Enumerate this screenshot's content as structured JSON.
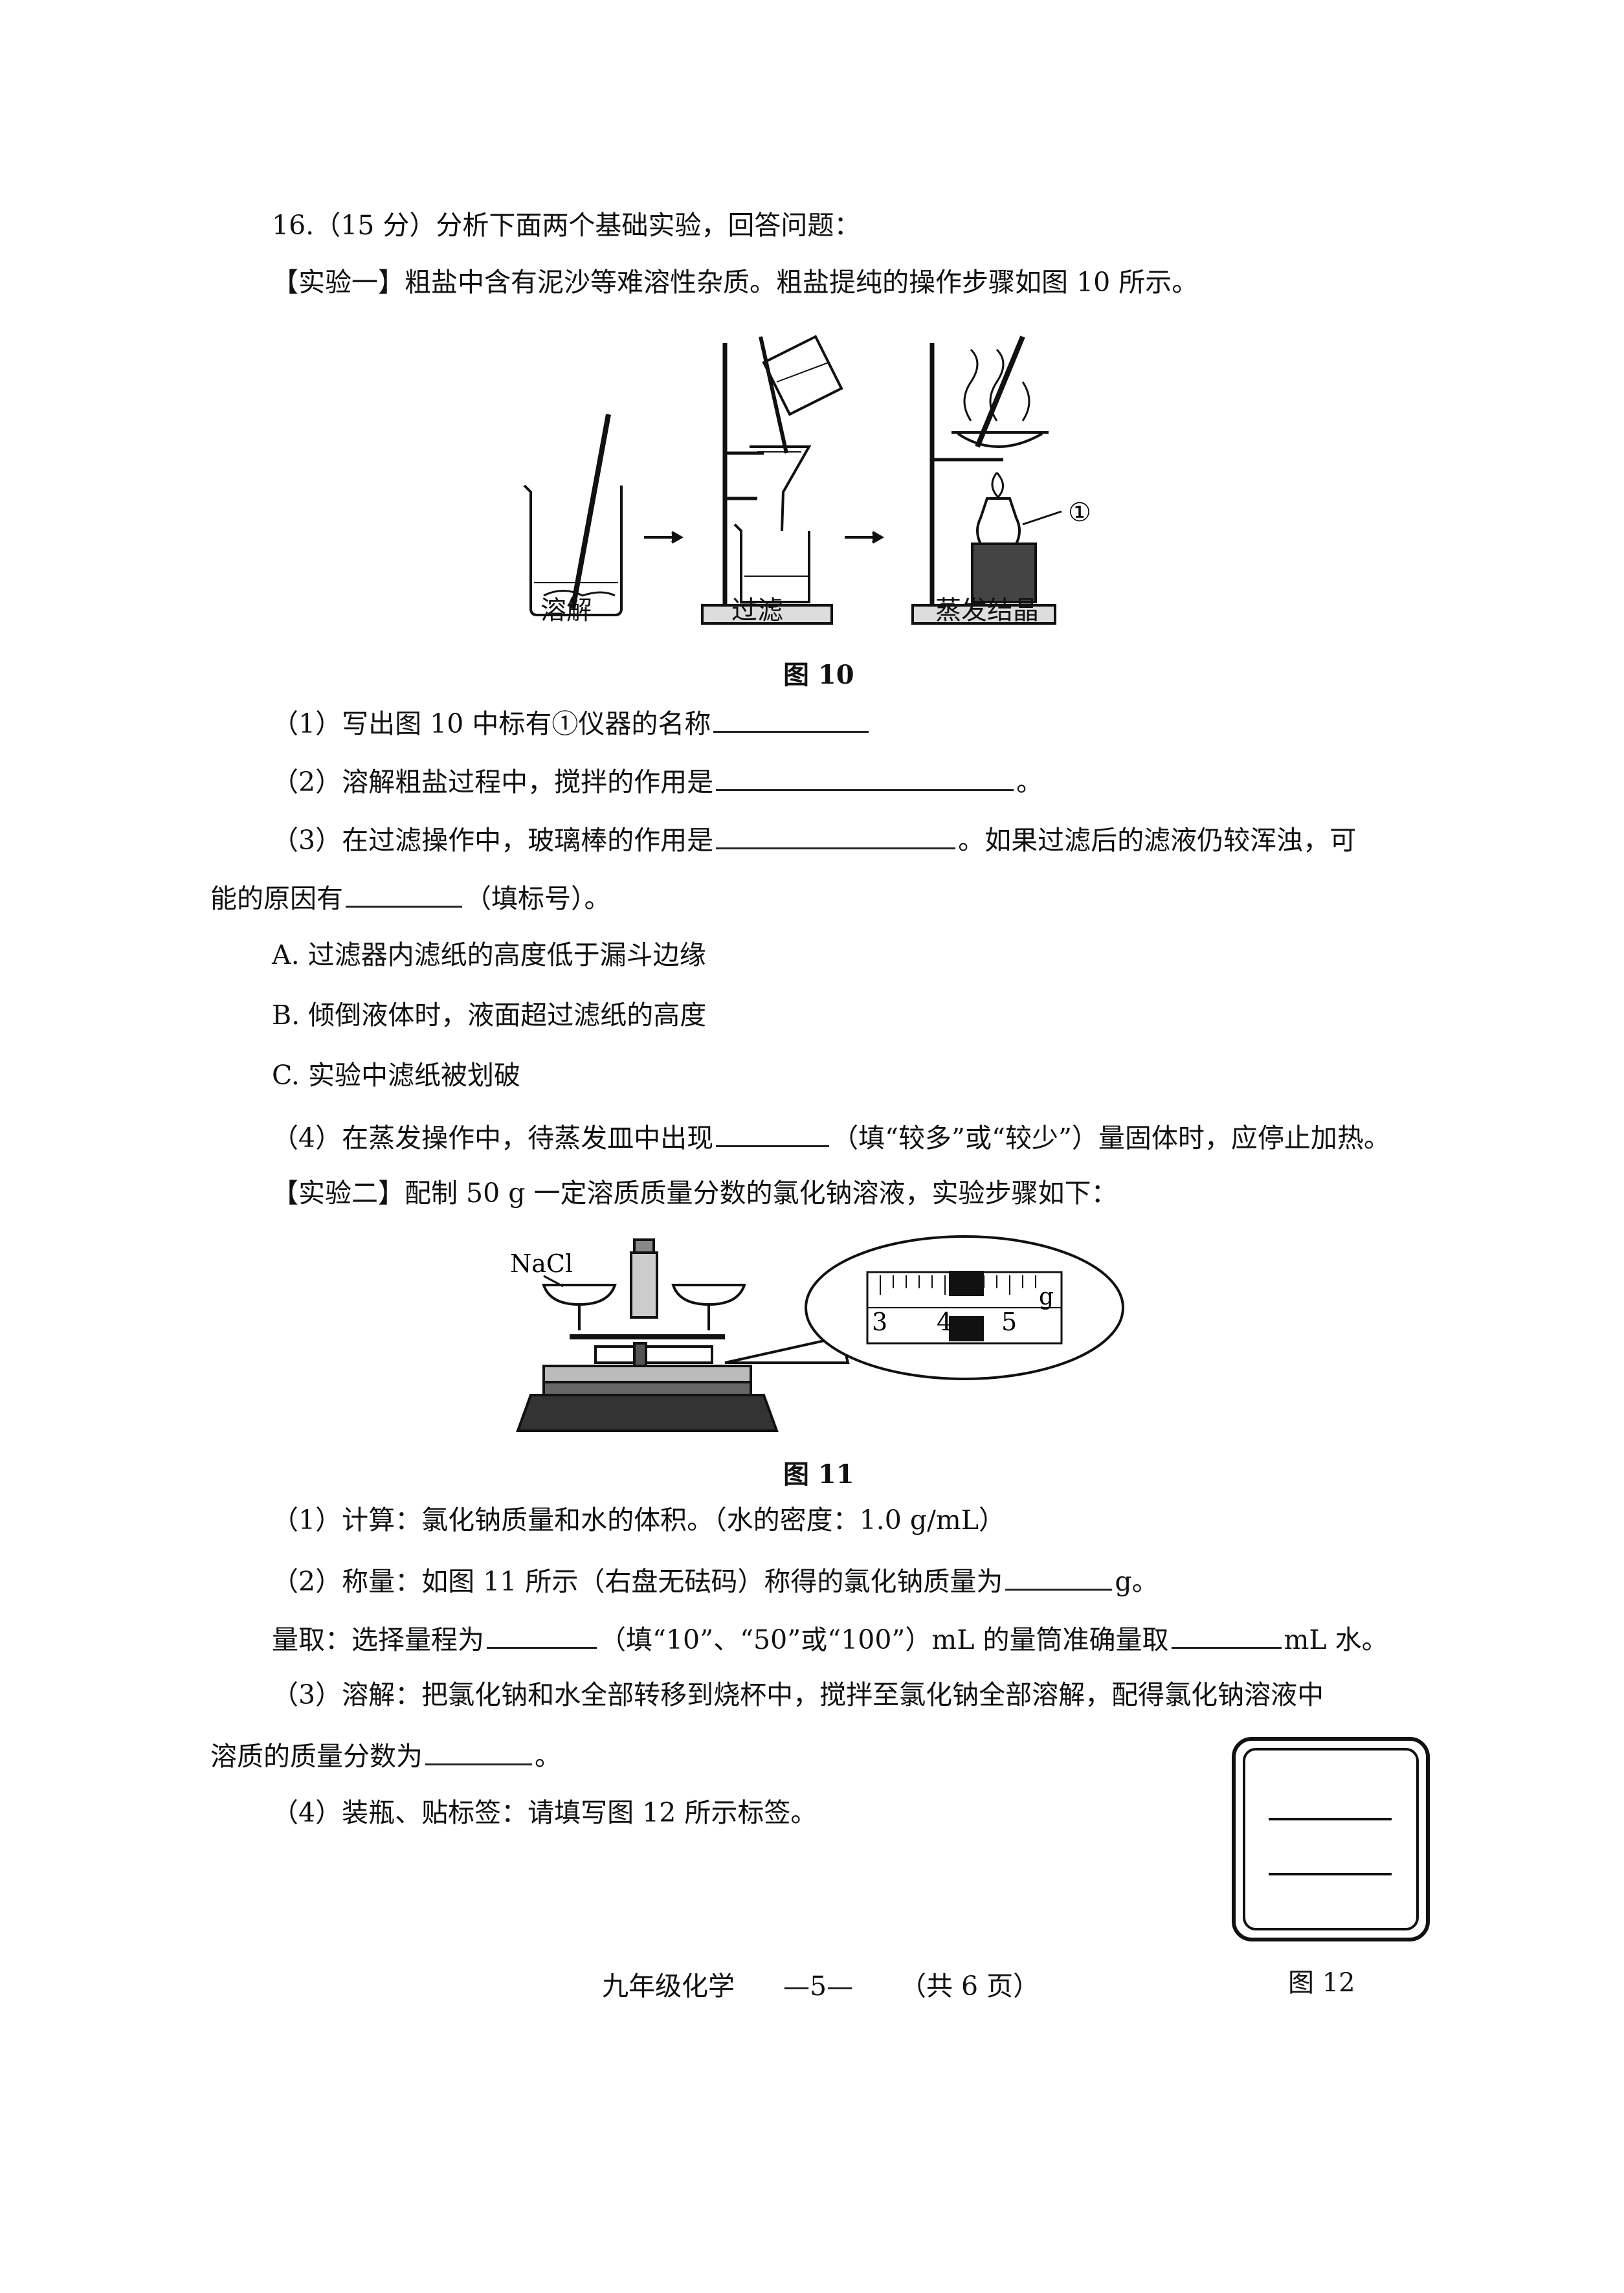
{
  "question": {
    "stem": "16.（15 分）分析下面两个基础实验，回答问题：",
    "exp1_intro": "【实验一】粗盐中含有泥沙等难溶性杂质。粗盐提纯的操作步骤如图 10 所示。",
    "fig10": {
      "step1": "溶解",
      "step2": "过滤",
      "step3": "蒸发结晶",
      "marker": "①",
      "caption": "图 10"
    },
    "q1": "（1）写出图 10 中标有①仪器的名称",
    "q2_a": "（2）溶解粗盐过程中，搅拌的作用是",
    "q2_b": "。",
    "q3_a": "（3）在过滤操作中，玻璃棒的作用是",
    "q3_b": "。如果过滤后的滤液仍较浑浊，可",
    "q3_c": "能的原因有",
    "q3_d": "（填标号）。",
    "optA": "A. 过滤器内滤纸的高度低于漏斗边缘",
    "optB": "B. 倾倒液体时，液面超过滤纸的高度",
    "optC": "C. 实验中滤纸被划破",
    "q4_a": "（4）在蒸发操作中，待蒸发皿中出现",
    "q4_b": "（填“较多”或“较少”）量固体时，应停止加热。",
    "exp2_intro": "【实验二】配制 50 g 一定溶质质量分数的氯化钠溶液，实验步骤如下：",
    "fig11": {
      "nacl": "NaCl",
      "tick3": "3",
      "tick4": "4",
      "tick5": "5",
      "unit": "g",
      "caption": "图 11"
    },
    "p1": "（1）计算：氯化钠质量和水的体积。（水的密度：1.0 g/mL）",
    "p2_a": "（2）称量：如图 11 所示（右盘无砝码）称得的氯化钠质量为",
    "p2_b": "g。",
    "p2_c": "量取：选择量程为",
    "p2_d": "（填“10”、“50”或“100”）mL 的量筒准确量取",
    "p2_e": "mL 水。",
    "p3_a": "（3）溶解：把氯化钠和水全部转移到烧杯中，搅拌至氯化钠全部溶解，配得氯化钠溶液中",
    "p3_b": "溶质的质量分数为",
    "p3_c": "。",
    "p4": "（4）装瓶、贴标签：请填写图 12 所示标签。",
    "fig12_caption": "图 12",
    "footer_subject": "九年级化学",
    "footer_page": "—5—",
    "footer_total": "（共 6 页）"
  }
}
